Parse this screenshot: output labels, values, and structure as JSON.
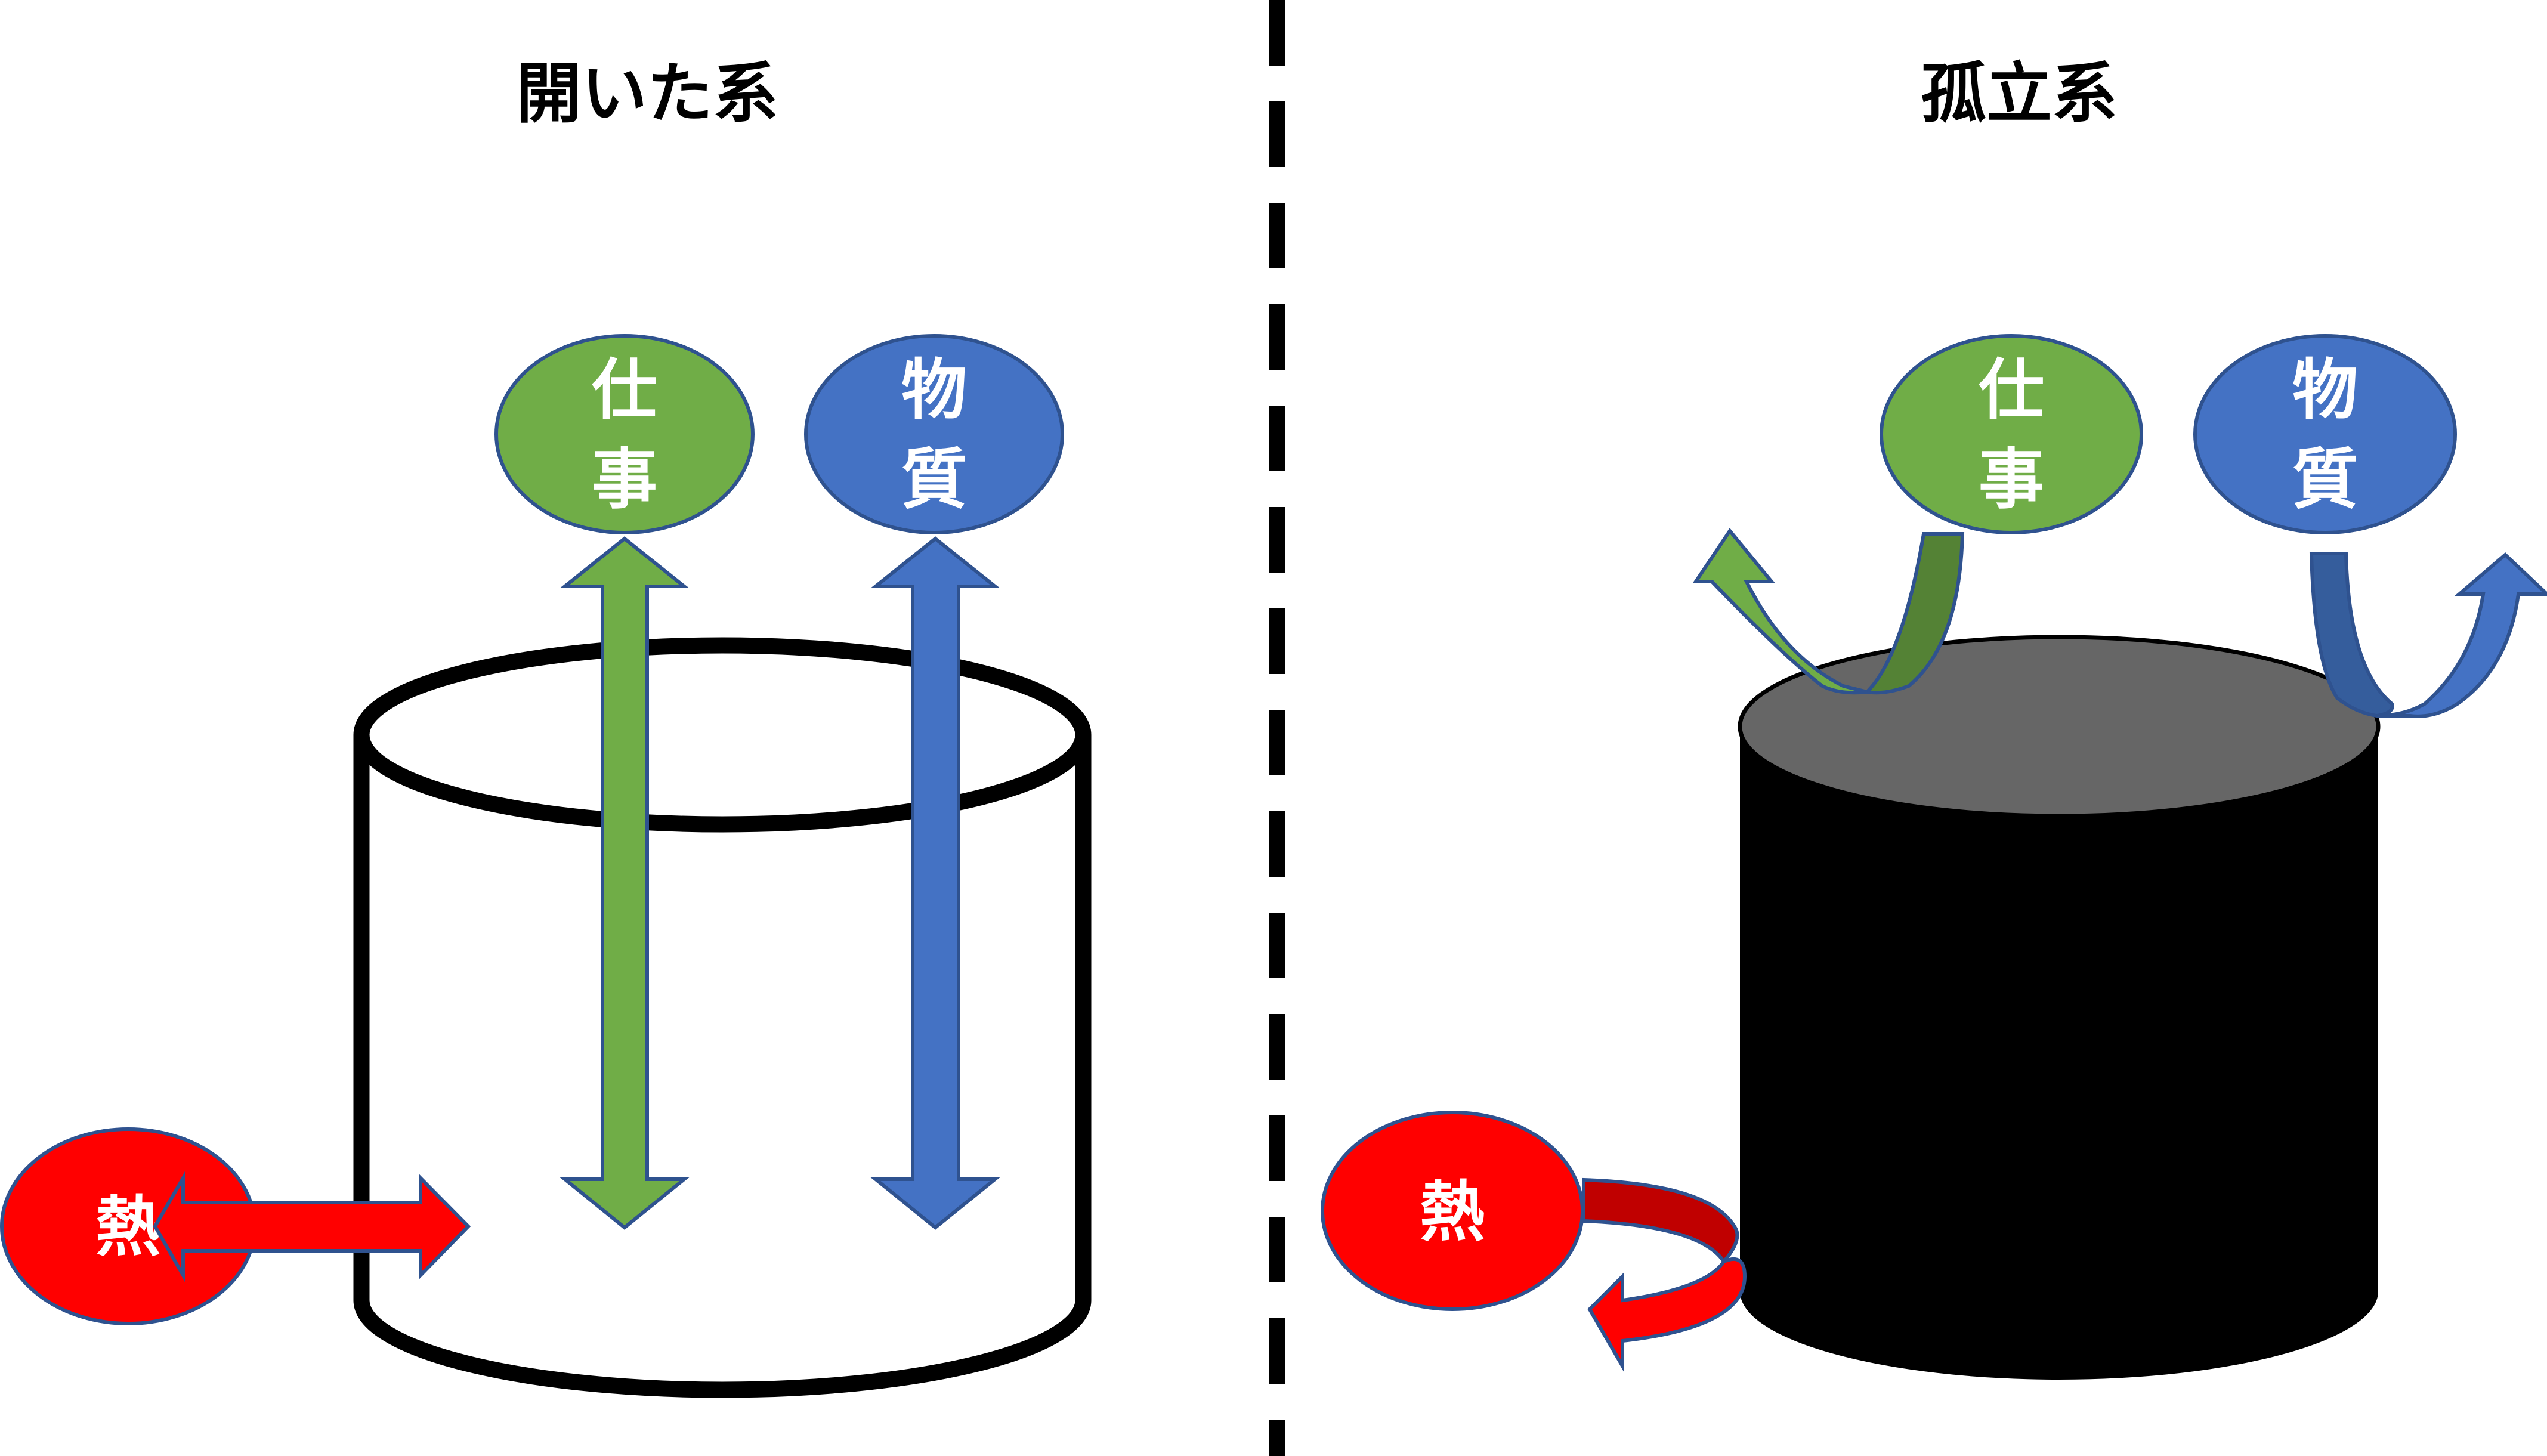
{
  "diagram": {
    "colors": {
      "work": "#70ad47",
      "work_dark": "#548235",
      "matter": "#4472c4",
      "matter_dark": "#355d9c",
      "heat": "#ff0000",
      "heat_dark": "#c00000",
      "outline": "#2f528f",
      "isolated_body": "#000000",
      "isolated_top": "#666666"
    },
    "panels": [
      {
        "title": "開いた系",
        "system": "open",
        "exchanges": [
          {
            "label_line1": "仕",
            "label_line2": "事",
            "kind": "work",
            "direction": "bidirectional",
            "crosses_boundary": true
          },
          {
            "label_line1": "物",
            "label_line2": "質",
            "kind": "matter",
            "direction": "bidirectional",
            "crosses_boundary": true
          },
          {
            "label_line1": "熱",
            "label_line2": "",
            "kind": "heat",
            "direction": "bidirectional",
            "crosses_boundary": true
          }
        ]
      },
      {
        "title": "孤立系",
        "system": "isolated",
        "exchanges": [
          {
            "label_line1": "仕",
            "label_line2": "事",
            "kind": "work",
            "direction": "deflected",
            "crosses_boundary": false
          },
          {
            "label_line1": "物",
            "label_line2": "質",
            "kind": "matter",
            "direction": "deflected",
            "crosses_boundary": false
          },
          {
            "label_line1": "熱",
            "label_line2": "",
            "kind": "heat",
            "direction": "deflected",
            "crosses_boundary": false
          }
        ]
      }
    ]
  }
}
